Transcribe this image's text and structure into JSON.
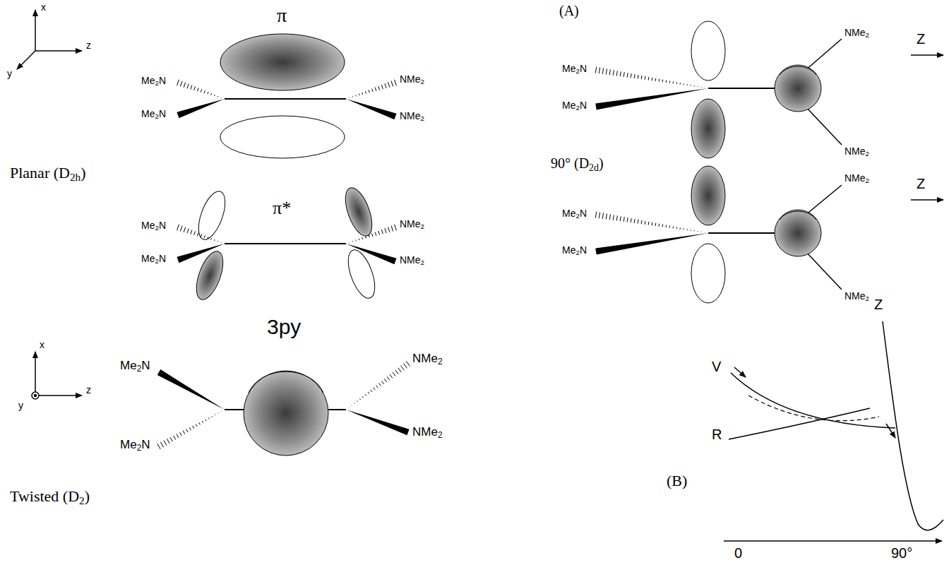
{
  "diagram": {
    "labels": [
      "x",
      "y",
      "z",
      "π",
      "Me2N",
      "Me2N",
      "NMe2",
      "NMe2",
      "Planar (D2h)",
      "π*",
      "Me2N",
      "Me2N",
      "NMe2",
      "NMe2",
      "3py",
      "x",
      "y",
      "z",
      "Me2N",
      "Me2N",
      "NMe2",
      "NMe2",
      "Twisted (D2)",
      "(A)",
      "Me2N",
      "Me2N",
      "NMe2",
      "NMe2",
      "Z",
      "90° (D2d)",
      "Me2N",
      "Me2N",
      "NMe2",
      "NMe2",
      "Z",
      "Z",
      "(B)",
      "V",
      "R",
      "0",
      "90°"
    ]
  }
}
